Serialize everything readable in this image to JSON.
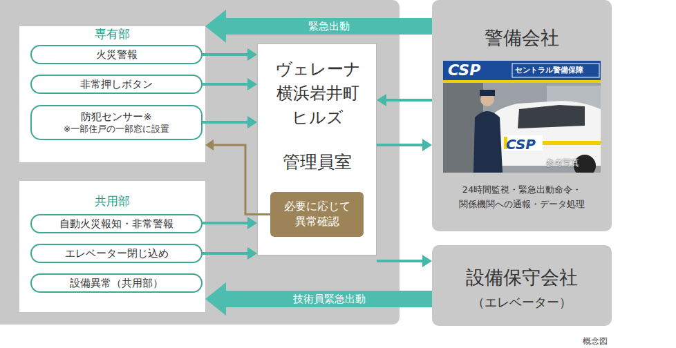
{
  "diagram": {
    "caption": "概念図",
    "nodes": [
      {
        "text": [
          "専有部"
        ]
      },
      {
        "text": [
          "火災警報"
        ],
        "in": 0
      },
      {
        "text": [
          "非常押しボタン"
        ],
        "in": 0
      },
      {
        "text": [
          "防犯センサー※",
          "※一部住戸の一部窓に設置"
        ],
        "in": 0
      },
      {
        "text": [
          "共用部"
        ]
      },
      {
        "text": [
          "自動火災報知・非常警報"
        ],
        "in": 4
      },
      {
        "text": [
          "エレベーター閉じ込め"
        ],
        "in": 4
      },
      {
        "text": [
          "設備異常（共用部）"
        ],
        "in": 4
      },
      {
        "text": [
          "ヴェレーナ 横浜岩井町 ヒルズ",
          "管理員室"
        ]
      },
      {
        "text": [
          "必要に応じて 異常確認"
        ],
        "in": 8
      },
      {
        "text": [
          "警備会社",
          "24時間監視・緊急出動命令・ 関係機関への通報・データ処理"
        ]
      },
      {
        "text": [
          "設備保守会社",
          "（エレベーター）"
        ]
      }
    ],
    "edges": [
      {
        "from": 10,
        "to": 0,
        "label": "緊急出動",
        "arrow": "to"
      },
      {
        "from": 1,
        "to": 8,
        "arrow": "to"
      },
      {
        "from": 2,
        "to": 8,
        "arrow": "to"
      },
      {
        "from": 3,
        "to": 8,
        "arrow": "to"
      },
      {
        "from": 10,
        "to": 8,
        "arrow": "to"
      },
      {
        "from": 8,
        "to": 10,
        "arrow": "to"
      },
      {
        "from": 9,
        "to": 0,
        "arrow": "to"
      },
      {
        "from": 5,
        "to": 8,
        "arrow": "to"
      },
      {
        "from": 6,
        "to": 8,
        "arrow": "to"
      },
      {
        "from": 8,
        "to": 11,
        "arrow": "to"
      },
      {
        "from": 11,
        "to": 4,
        "label": "技術員緊急出動",
        "arrow": "to"
      }
    ],
    "labels": [
      "CSP",
      "セントラル警備保障",
      "CSP",
      "参考写真"
    ]
  }
}
